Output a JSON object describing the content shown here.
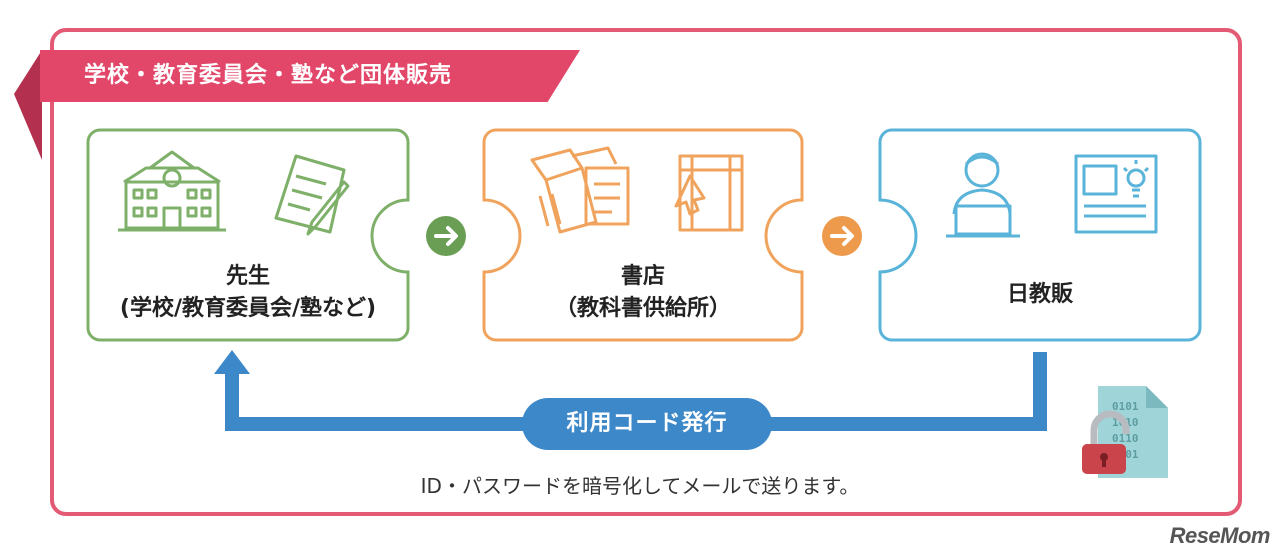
{
  "banner": {
    "title": "学校・教育委員会・塾など団体販売"
  },
  "nodes": [
    {
      "label": "先生",
      "sublabel": "(学校/教育委員会/塾など)",
      "color": "#7fb069"
    },
    {
      "label": "書店",
      "sublabel": "（教科書供給所）",
      "color": "#f0a35c"
    },
    {
      "label": "日教販",
      "sublabel": "",
      "color": "#5ab4d9"
    }
  ],
  "return_flow": {
    "label": "利用コード発行",
    "color": "#3d88c9"
  },
  "note": "ID・パスワードを暗号化してメールで送ります。",
  "logo": "ReseMom",
  "colors": {
    "frame": "#e25a74",
    "banner": "#e2476a",
    "arrow_green": "#6a9e55",
    "arrow_orange": "#ee9a4c"
  },
  "icons": [
    "school-building-icon",
    "document-pen-icon",
    "books-icon",
    "notebook-cursor-icon",
    "person-laptop-icon",
    "idea-board-icon",
    "unlocked-padlock-icon"
  ]
}
